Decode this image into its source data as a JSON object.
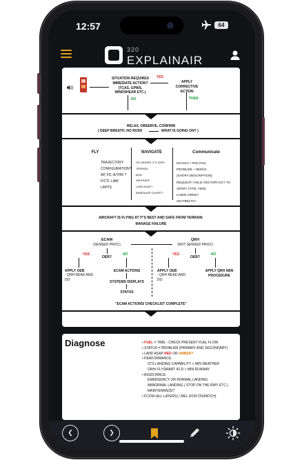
{
  "status": {
    "time": "12:57",
    "battery": "64"
  },
  "app": {
    "logo_small": "320",
    "logo_main": "EXPLAINAIR"
  },
  "flow": {
    "situation": "SITUATION REQUIRES IMMEDIATE ACTION? (TCAS, GPWS, WINDSHEAR ETC.)",
    "yes": "YES",
    "apply_corrective": "APPLY CORRECTIVE ACTION",
    "no": "NO",
    "then": "THEN",
    "relax": "RELAX, OBSERVE, CONFIRM",
    "deep_breath": "( DEEP BREATH, NO RUSH",
    "what_going_on": "WHAT IS GOING ON? )",
    "fly_title": "FLY",
    "fly_items": [
      "TRAJECTORY",
      "CONFIGURATION?",
      "AP, FD, A/THR ?",
      "F/CTL LAW",
      "LIMITS"
    ],
    "navigate_title": "NAVIGATE",
    "navigate_items": [
      "GO WHERE IT'S SAFE:",
      "TERRAIN",
      "MSA",
      "WEATHER",
      "LAND ASAP?",
      "IMMEDIATE DIVERT?"
    ],
    "communicate_title": "Communicate",
    "communicate_items": [
      "MAYDAY / PAN PAN:",
      "PROBLEM + NEEDS",
      "(SHORT DESCRIPTION)",
      "REQUEST: HOLD /VECTOR/ DCT TO",
      "XPDR? (7700, 7600)",
      "CABIN CREW?",
      "SEATBELTS?"
    ],
    "aircraft_safe": "AIRCRAFT IS FLYING AT IT'S BEST AND SAFE FROM TERRAIN:",
    "manage_failure": "MANAGE FAILURE",
    "ecam_title": "ECAM",
    "ecam_sub": "(SENSED PROC)",
    "qrh_title": "QRH",
    "qrh_sub": "(NOT SENSED PROC)",
    "oeb": "OEB?",
    "apply_oeb": "APPLY OEB",
    "qrh_read_do": "- QRH READ AND DO",
    "ecam_actions": "ECAM ACTIONS",
    "systems_displays": "SYSTEMS DISPLAYS",
    "status_label": "STATUS",
    "apply_qrh": "APPLY QRH ABN PROCEDURE",
    "ecam_complete": "\"ECAM ACTIONS/ CHECKLIST COMPLETE\""
  },
  "diagnose": {
    "title": "Diagnose",
    "fuel_word": "FUEL",
    "fuel_rest": "= TIME  - CHECK PRESENT FUEL FLOW",
    "status_line": "STATUS = PROBLEM (PRIMARY AND SECONDARY)",
    "land_asap": "LAND ASAP",
    "red_word": "RED",
    "or_word": "OR",
    "amber_word": "AMBER?",
    "performance": "PERFORMANCE:",
    "sts_line": "STS LANDING CAPABILITY > MIN WEATHER",
    "orh_line": "ORH/ FLYSMART IFLD > MIN RUNWAY",
    "assistance": "ASSISTANCE:",
    "emergency": "EMERGENCY OR NORMAL LANDING",
    "abnormal": "ABNORMAL LANDING ( STOP ON THE RWY ETC.)",
    "maintenance": "MAINTENANCE?",
    "fcom": "FCOM (ALL LAYERS) / MEL (FOR DISPATCH)"
  }
}
